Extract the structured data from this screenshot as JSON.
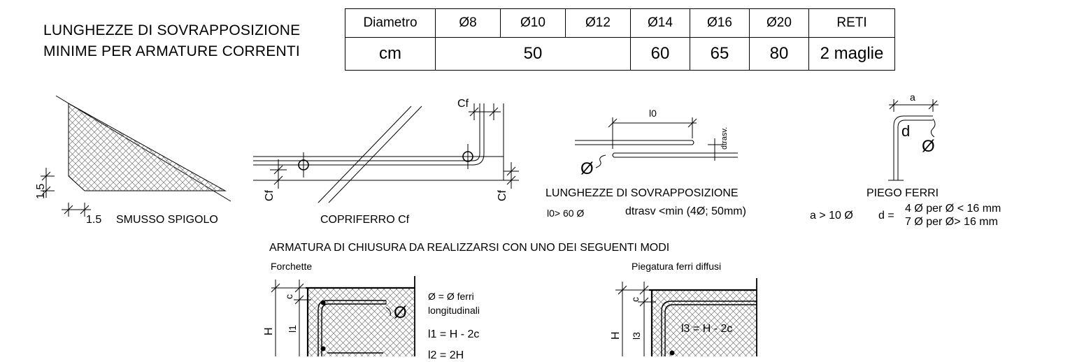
{
  "title": {
    "line1": "LUNGHEZZE DI SOVRAPPOSIZIONE",
    "line2": "MINIME PER ARMATURE CORRENTI"
  },
  "table": {
    "header_label": "Diametro",
    "diameters": [
      "Ø8",
      "Ø10",
      "Ø12",
      "Ø14",
      "Ø16",
      "Ø20",
      "RETI"
    ],
    "row_label": "cm",
    "values": {
      "d8_12": "50",
      "d14": "60",
      "d16": "65",
      "d20": "80",
      "reti": "2 maglie"
    }
  },
  "smusso": {
    "dim_v": "1.5",
    "dim_h": "1.5",
    "caption": "SMUSSO SPIGOLO"
  },
  "copriferro": {
    "cf_top": "Cf",
    "cf_left": "Cf",
    "cf_right": "Cf",
    "caption": "COPRIFERRO Cf"
  },
  "sovrapposizione": {
    "l0": "l0",
    "dtrasv": "dtrasv.",
    "phi": "Ø",
    "caption": "LUNGHEZZE DI SOVRAPPOSIZIONE",
    "rule1": "l0> 60 Ø",
    "rule2": "dtrasv <min (4Ø; 50mm)"
  },
  "piego": {
    "a": "a",
    "d": "d",
    "phi": "Ø",
    "caption": "PIEGO FERRI",
    "rule_a": "a > 10 Ø",
    "rule_d_prefix": "d =",
    "rule_d1": "4 Ø per Ø  < 16 mm",
    "rule_d2": "7 Ø per Ø> 16 mm"
  },
  "chiusura": {
    "heading": "ARMATURA DI CHIUSURA DA REALIZZARSI CON UNO DEI SEGUENTI MODI",
    "forchette": {
      "title": "Forchette",
      "c": "c",
      "H": "H",
      "l1": "l1",
      "phi": "Ø",
      "note1": "Ø = Ø ferri",
      "note2": "longitudinali",
      "formula1": "l1 = H - 2c",
      "formula2": "l2 = 2H"
    },
    "piegatura": {
      "title": "Piegatura ferri diffusi",
      "c": "c",
      "H": "H",
      "l3": "l3",
      "formula": "l3 = H - 2c"
    }
  }
}
